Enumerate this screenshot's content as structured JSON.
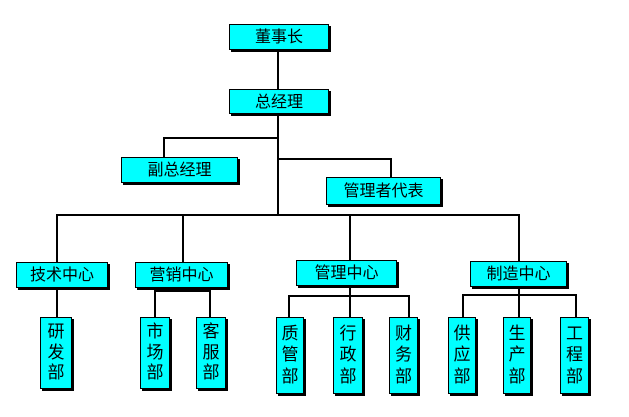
{
  "org_chart": {
    "chairman": "董事长",
    "general_manager": "总经理",
    "deputy_general_manager": "副总经理",
    "management_representative": "管理者代表",
    "centers": [
      {
        "name": "技术中心",
        "departments": [
          "研发部"
        ]
      },
      {
        "name": "营销中心",
        "departments": [
          "市场部",
          "客服部"
        ]
      },
      {
        "name": "管理中心",
        "departments": [
          "质管部",
          "行政部",
          "财务部"
        ]
      },
      {
        "name": "制造中心",
        "departments": [
          "供应部",
          "生产部",
          "工程部"
        ]
      }
    ]
  },
  "colors": {
    "box_fill": "#00ffff",
    "box_border": "#000000",
    "connector": "#000000",
    "background": "#ffffff"
  }
}
